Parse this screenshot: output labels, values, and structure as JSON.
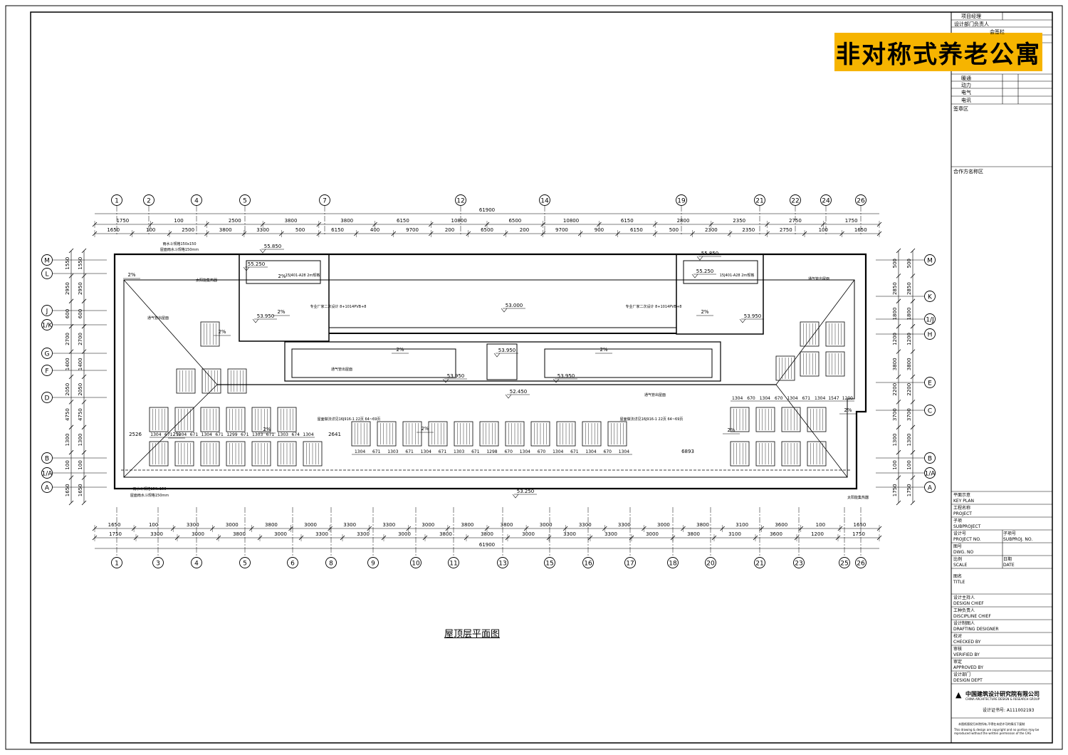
{
  "badge": "非对称式养老公寓",
  "drawing_title": "屋顶层平面图",
  "overall_dim": "61900",
  "top_axes": [
    "1",
    "2",
    "4",
    "5",
    "7",
    "12",
    "14",
    "19",
    "21",
    "22",
    "24",
    "26"
  ],
  "bottom_axes": [
    "1",
    "3",
    "4",
    "5",
    "6",
    "8",
    "9",
    "10",
    "11",
    "13",
    "15",
    "16",
    "17",
    "18",
    "20",
    "21",
    "23",
    "25",
    "26"
  ],
  "left_axes": [
    "M",
    "L",
    "J",
    "1/K",
    "G",
    "F",
    "D",
    "B",
    "1/A",
    "A"
  ],
  "right_axes": [
    "M",
    "K",
    "1/J",
    "H",
    "E",
    "C",
    "B",
    "1/A",
    "A"
  ],
  "top_dims_row1": [
    "1750",
    "100",
    "2500",
    "3800",
    "3800",
    "6150",
    "10800",
    "6500",
    "10800",
    "6150",
    "2800",
    "2350",
    "2750",
    "1750"
  ],
  "top_dims_row2": [
    "1650",
    "100",
    "2500",
    "3800",
    "3300",
    "500",
    "6150",
    "400",
    "9700",
    "200",
    "6500",
    "200",
    "9700",
    "900",
    "6150",
    "500",
    "2300",
    "2350",
    "2750",
    "100",
    "1650"
  ],
  "bottom_dims_row1": [
    "1650",
    "100",
    "3300",
    "3000",
    "3800",
    "3000",
    "3300",
    "3300",
    "3000",
    "3800",
    "3800",
    "3000",
    "3300",
    "3300",
    "3000",
    "3800",
    "3100",
    "3600",
    "100",
    "1650"
  ],
  "bottom_dims_row2": [
    "1750",
    "3300",
    "3000",
    "3800",
    "3000",
    "3300",
    "3300",
    "3000",
    "3800",
    "3800",
    "3000",
    "3300",
    "3300",
    "3000",
    "3800",
    "3100",
    "3600",
    "1200",
    "1750"
  ],
  "left_dims": [
    "1550",
    "2950",
    "600",
    "2700",
    "1400",
    "2050",
    "4750",
    "1300",
    "100",
    "1650"
  ],
  "right_dims": [
    "500",
    "2850",
    "1800",
    "1200",
    "3800",
    "2200",
    "3700",
    "1300",
    "100",
    "1750"
  ],
  "elevations": [
    "55.850",
    "55.250",
    "53.950",
    "53.000",
    "53.950",
    "53.950",
    "52.450",
    "53.950",
    "55.850",
    "55.250",
    "53.950",
    "53.250"
  ],
  "slopes": [
    "2%",
    "2%",
    "2%",
    "2%",
    "2%",
    "2%",
    "2%",
    "2%",
    "2%",
    "2%",
    "2%",
    "2%"
  ],
  "panel_dims_left": [
    "1304",
    "671",
    "1304",
    "671",
    "1304",
    "671",
    "1299",
    "671",
    "1303",
    "671",
    "1303",
    "674",
    "1304"
  ],
  "panel_dims_mid": [
    "1304",
    "671",
    "1303",
    "671",
    "1304",
    "671",
    "1303",
    "671",
    "1298",
    "670",
    "1304",
    "670",
    "1304",
    "671",
    "1304",
    "670",
    "1304"
  ],
  "panel_dims_right": [
    "1304",
    "670",
    "1304",
    "670",
    "1304",
    "671",
    "1304",
    "1547",
    "1200"
  ],
  "misc_dims": [
    "2526",
    "2641",
    "6893"
  ],
  "notes": {
    "drain_left": "雨水斗规格150x150",
    "drain_left2": "屋面雨水斗规格150mm",
    "solar": "太阳能集热器",
    "vent": "通气管出屋面",
    "std_left": "15J401-A28 2m规格",
    "std_right": "15J401-A28 2m规格",
    "glass_left": "专业厂家二次设计 8+1014PVB+8",
    "glass_right": "专业厂家二次设计 8+1014PVB+8",
    "roof_detail": "屋面做法详见16J916-1 22页 64~69页"
  },
  "title_block": {
    "rows_top": [
      "项目经理",
      "设计部门负责人",
      "会签栏",
      "暖通",
      "动力",
      "电气",
      "电讯"
    ],
    "sign_area": "签章区",
    "partner_area": "合作方名称区",
    "key_plan": [
      "平面示意",
      "KEY PLAN"
    ],
    "project": [
      "工程名称",
      "PROJECT"
    ],
    "subproject": [
      "子项",
      "SUBPROJECT"
    ],
    "project_no": [
      "设计号",
      "PROJECT NO."
    ],
    "subproj_no": [
      "子项号",
      "SUBPROJ. NO."
    ],
    "dwg_no": [
      "图号",
      "DWG. NO"
    ],
    "scale": [
      "比例",
      "SCALE"
    ],
    "date": [
      "日期",
      "DATE"
    ],
    "title": [
      "图名",
      "TITLE"
    ],
    "roles": [
      [
        "设计主持人",
        "DESIGN CHIEF"
      ],
      [
        "工种负责人",
        "DISCIPLINE CHIEF"
      ],
      [
        "设计制图人",
        "DRAFTING DESIGNER"
      ],
      [
        "校对",
        "CHECKED BY"
      ],
      [
        "审核",
        "VERIFIED BY"
      ],
      [
        "审定",
        "APPROVED BY"
      ],
      [
        "设计部门",
        "DESIGN DEPT"
      ]
    ],
    "company_cn": "中国建筑设计研究院有限公司",
    "company_en": "CHINA ARCHITECTURE DESIGN & RESEARCH GROUP",
    "cert": "设计证书号: A111002193",
    "copyright_cn": "本图纸版权归本院所有,不得在未经许可的情况下复制",
    "copyright_en": "This drawing & design are copyright and no portion may be reproduced without the written permission of the CAG"
  }
}
